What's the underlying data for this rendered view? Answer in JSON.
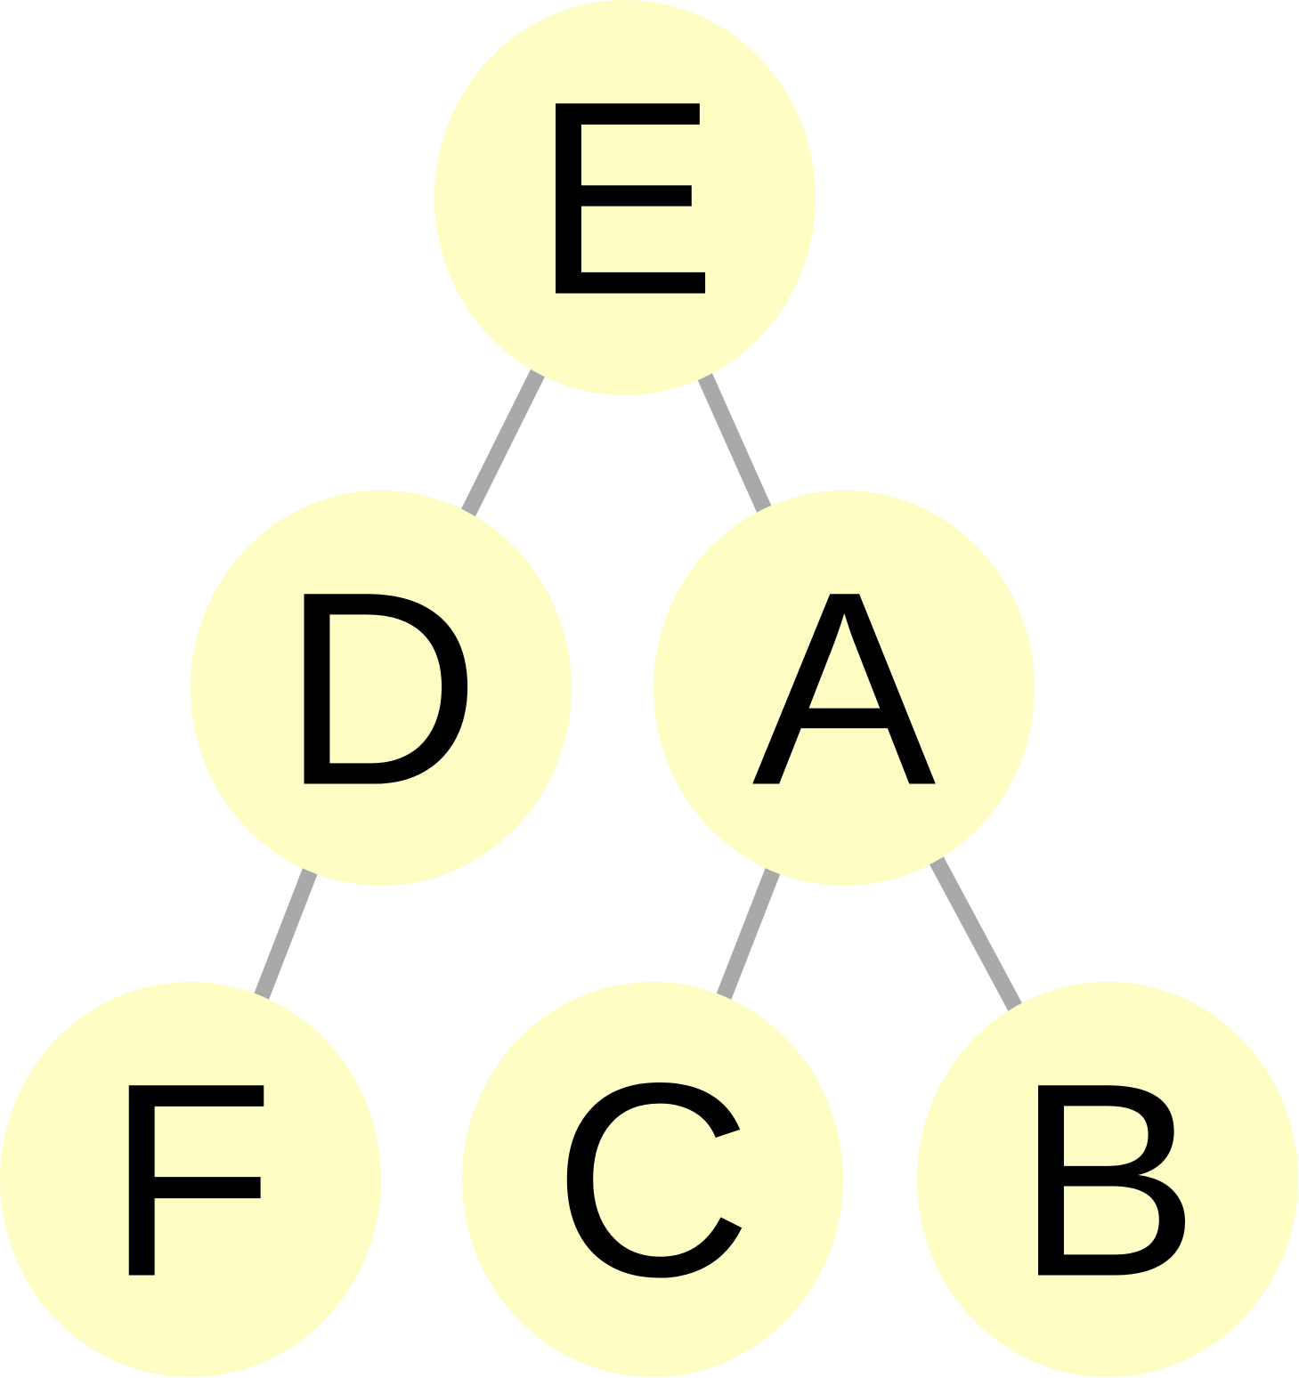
{
  "colors": {
    "node_fill": "#fdfdc4",
    "edge": "#a9a9a9",
    "label": "#000000",
    "background": "#ffffff"
  },
  "nodes": [
    {
      "id": "E",
      "label": "E"
    },
    {
      "id": "D",
      "label": "D"
    },
    {
      "id": "A",
      "label": "A"
    },
    {
      "id": "F",
      "label": "F"
    },
    {
      "id": "C",
      "label": "C"
    },
    {
      "id": "B",
      "label": "B"
    }
  ],
  "edges": [
    {
      "from": "E",
      "to": "D"
    },
    {
      "from": "E",
      "to": "A"
    },
    {
      "from": "D",
      "to": "F"
    },
    {
      "from": "A",
      "to": "C"
    },
    {
      "from": "A",
      "to": "B"
    }
  ]
}
